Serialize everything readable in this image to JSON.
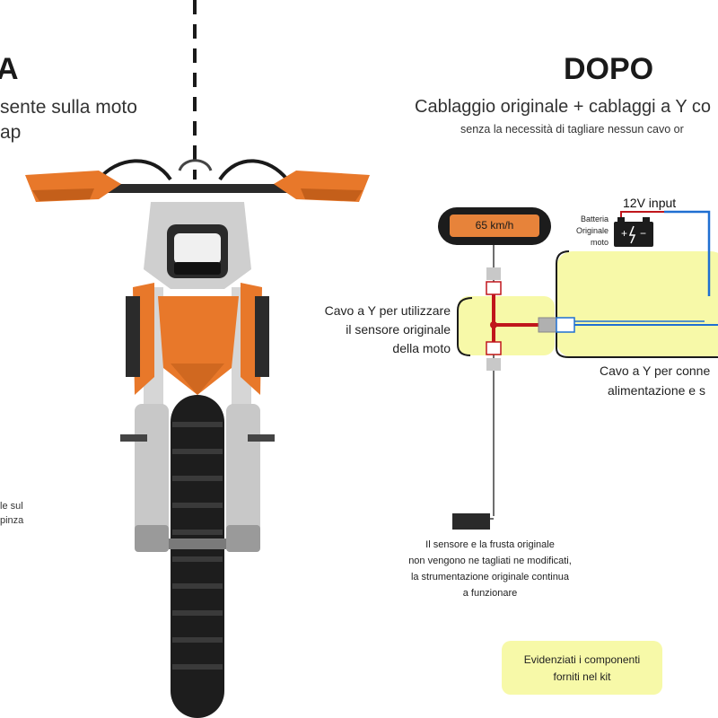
{
  "left": {
    "title": "A",
    "subtitle_1": "sente  sulla moto",
    "subtitle_2": "ap",
    "note_1": "le sul",
    "note_2": "pinza"
  },
  "right": {
    "title": "DOPO",
    "subtitle_1": "Cablaggio originale + cablaggi a Y co",
    "subtitle_2": "senza la necessità di tagliare nessun cavo or",
    "speed": "65 km/h",
    "power_label": "12V input",
    "battery_label_1": "Batteria",
    "battery_label_2": "Originale",
    "battery_label_3": "moto",
    "cavo_left_1": "Cavo a Y per utilizzare",
    "cavo_left_2": "il sensore originale",
    "cavo_left_3": "della moto",
    "cavo_right_1": "Cavo a Y per conne",
    "cavo_right_2": "alimentazione e s",
    "sensor_note_1": "Il sensore e la frusta originale",
    "sensor_note_2": "non vengono  ne tagliati ne modificati,",
    "sensor_note_3": "la strumentazione originale continua",
    "sensor_note_4": "a funzionare",
    "kit_note_1": "Evidenziati i componenti",
    "kit_note_2": "forniti nel kit"
  },
  "colors": {
    "highlight": "#f7f9a8",
    "wire_red": "#c0161c",
    "wire_blue": "#1f6fd1",
    "speed_orange": "#e7833a",
    "moto_orange": "#e8782a"
  }
}
